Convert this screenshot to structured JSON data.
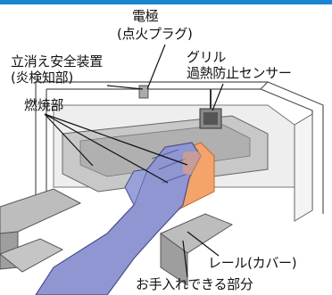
{
  "labels": {
    "electrode_line1": "電極",
    "electrode_line2": "(点火プラグ)",
    "flame_safety_line1": "立消え安全装置",
    "flame_safety_line2": "(炎検知部)",
    "grill_sensor_line1": "グリル",
    "grill_sensor_line2": "過熱防止センサー",
    "burner": "燃焼部",
    "rail": "レール(カバー)",
    "cleanable": "お手入れできる部分"
  },
  "colors": {
    "accent_bar": "#1a86d0",
    "glove": "#8f96d2",
    "highlight": "#f4a46a",
    "metal": "#d9d9d9"
  }
}
